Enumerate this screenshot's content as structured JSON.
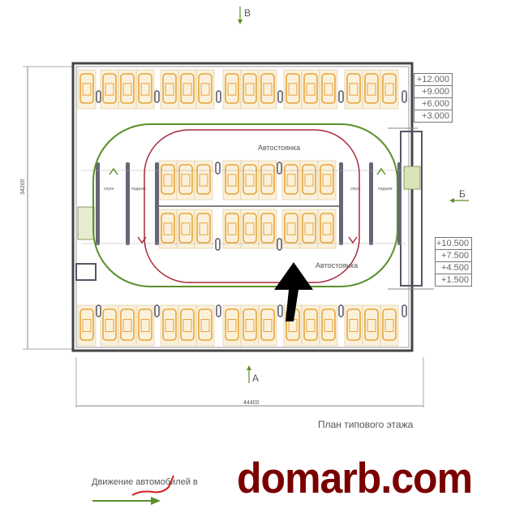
{
  "plan": {
    "section_marks": {
      "top": "В",
      "bottom": "А",
      "right": "Б"
    },
    "zone_labels": [
      "Автостоянка",
      "Автостоянка"
    ],
    "ramp_labels": {
      "down": "спуск",
      "up": "подъем"
    },
    "dimensions": {
      "height": "34200",
      "width": "44400"
    },
    "elevations_top": [
      "+12.000",
      "+9.000",
      "+6.000",
      "+3.000"
    ],
    "elevations_right": [
      "+10.500",
      "+7.500",
      "+4.500",
      "+1.500"
    ],
    "caption": "План типового этажа",
    "legend_text": "Движение автомобилей в"
  },
  "watermark": "domarb.com",
  "colors": {
    "stall": "#e8a43a",
    "stall_bg": "#fbf1da",
    "green_route": "#5a8f2a",
    "red_route": "#a8283a",
    "wall": "#555",
    "watermark": "#7a0000"
  }
}
